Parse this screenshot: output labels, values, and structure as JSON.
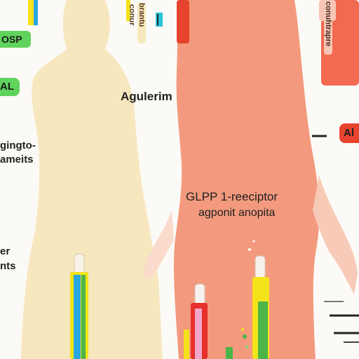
{
  "colors": {
    "background": "#fcfaf6",
    "figure_left": "#f7e7bf",
    "figure_right": "#f39a7e",
    "label_green": "#5fd35c",
    "label_red": "#e8432e",
    "tube_yellow": "#f4e21a",
    "tube_blue": "#29a8e0",
    "tube_red": "#e6302a",
    "tube_green": "#4bb548"
  },
  "labels": {
    "top_left_tag": "OSP",
    "left_tag": "AL",
    "center_label": "Agulerim",
    "left_text_line1": "gingto-",
    "left_text_line2": "ameits",
    "left_bottom_line1": "er",
    "left_bottom_line2": "nts",
    "main_title_line1": "GLPP 1-reeciptor",
    "main_title_line2": "agponit anopita",
    "right_tag": "Al",
    "vertical_1": "conur",
    "vertical_2": "brantu",
    "vertical_3": "conuhtrapre"
  }
}
